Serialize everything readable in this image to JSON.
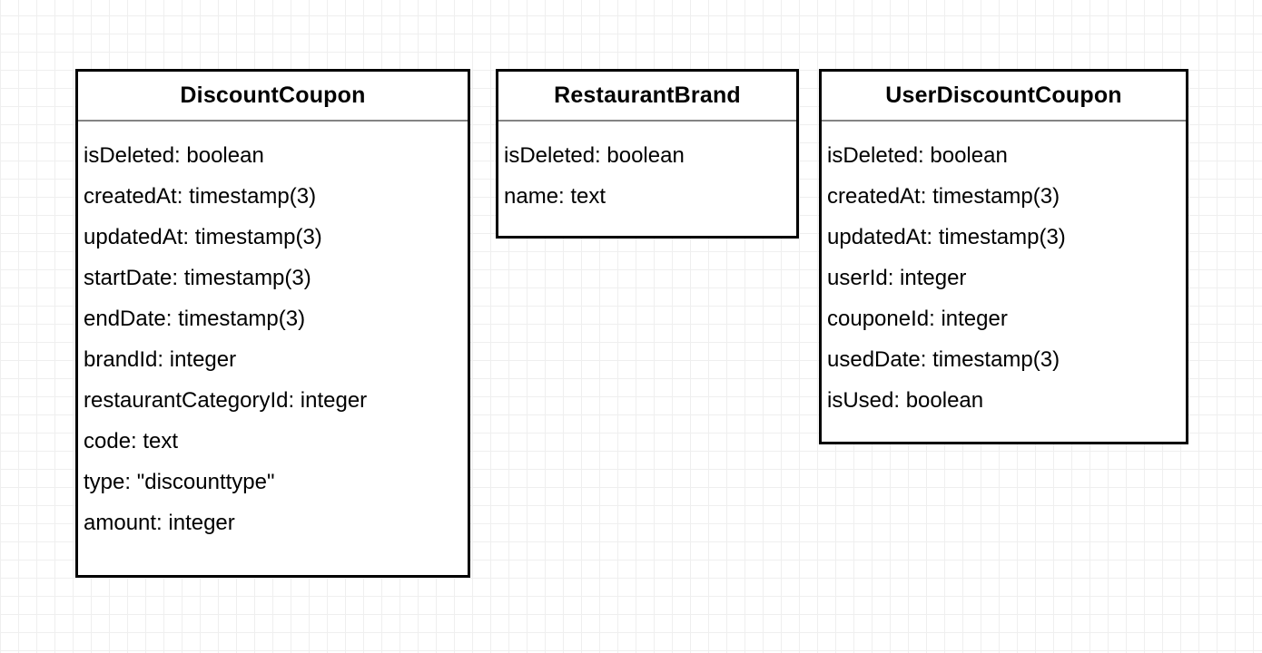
{
  "canvas": {
    "background_color": "#ffffff",
    "grid_minor_color": "#efefef",
    "grid_major_color": "#d4d4d4",
    "entity_border_color": "#000000",
    "entity_separator_color": "#848484",
    "text_color": "#000000"
  },
  "entities": [
    {
      "name": "DiscountCoupon",
      "fields": [
        "isDeleted: boolean",
        "createdAt: timestamp(3)",
        "updatedAt: timestamp(3)",
        "startDate: timestamp(3)",
        "endDate: timestamp(3)",
        "brandId: integer",
        "restaurantCategoryId: integer",
        "code: text",
        "type: \"discounttype\"",
        "amount: integer"
      ]
    },
    {
      "name": "RestaurantBrand",
      "fields": [
        "isDeleted: boolean",
        "name: text"
      ]
    },
    {
      "name": "UserDiscountCoupon",
      "fields": [
        "isDeleted: boolean",
        "createdAt: timestamp(3)",
        "updatedAt: timestamp(3)",
        "userId: integer",
        "couponeId: integer",
        "usedDate: timestamp(3)",
        "isUsed: boolean"
      ]
    }
  ]
}
